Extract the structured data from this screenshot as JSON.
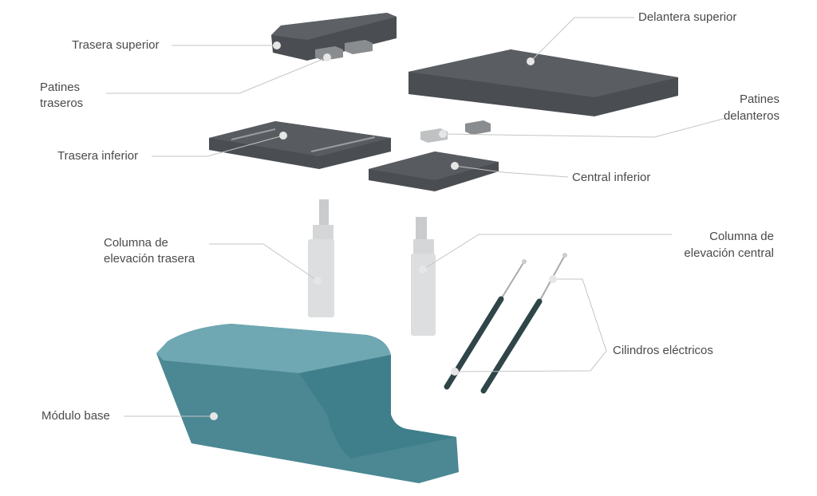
{
  "labels": {
    "trasera_superior": "Trasera superior",
    "patines_traseros_1": "Patines",
    "patines_traseros_2": "traseros",
    "trasera_inferior": "Trasera inferior",
    "delantera_superior": "Delantera superior",
    "patines_delanteros_1": "Patines",
    "patines_delanteros_2": "delanteros",
    "central_inferior": "Central inferior",
    "columna_trasera_1": "Columna de",
    "columna_trasera_2": "elevación trasera",
    "columna_central_1": "Columna de",
    "columna_central_2": "elevación central",
    "cilindros": "Cilindros eléctricos",
    "modulo_base": "Módulo base"
  },
  "colors": {
    "dark_part": "#4a4d52",
    "base": "#4b8893",
    "column": "#d4d6d8",
    "text": "#4a4a4a"
  }
}
